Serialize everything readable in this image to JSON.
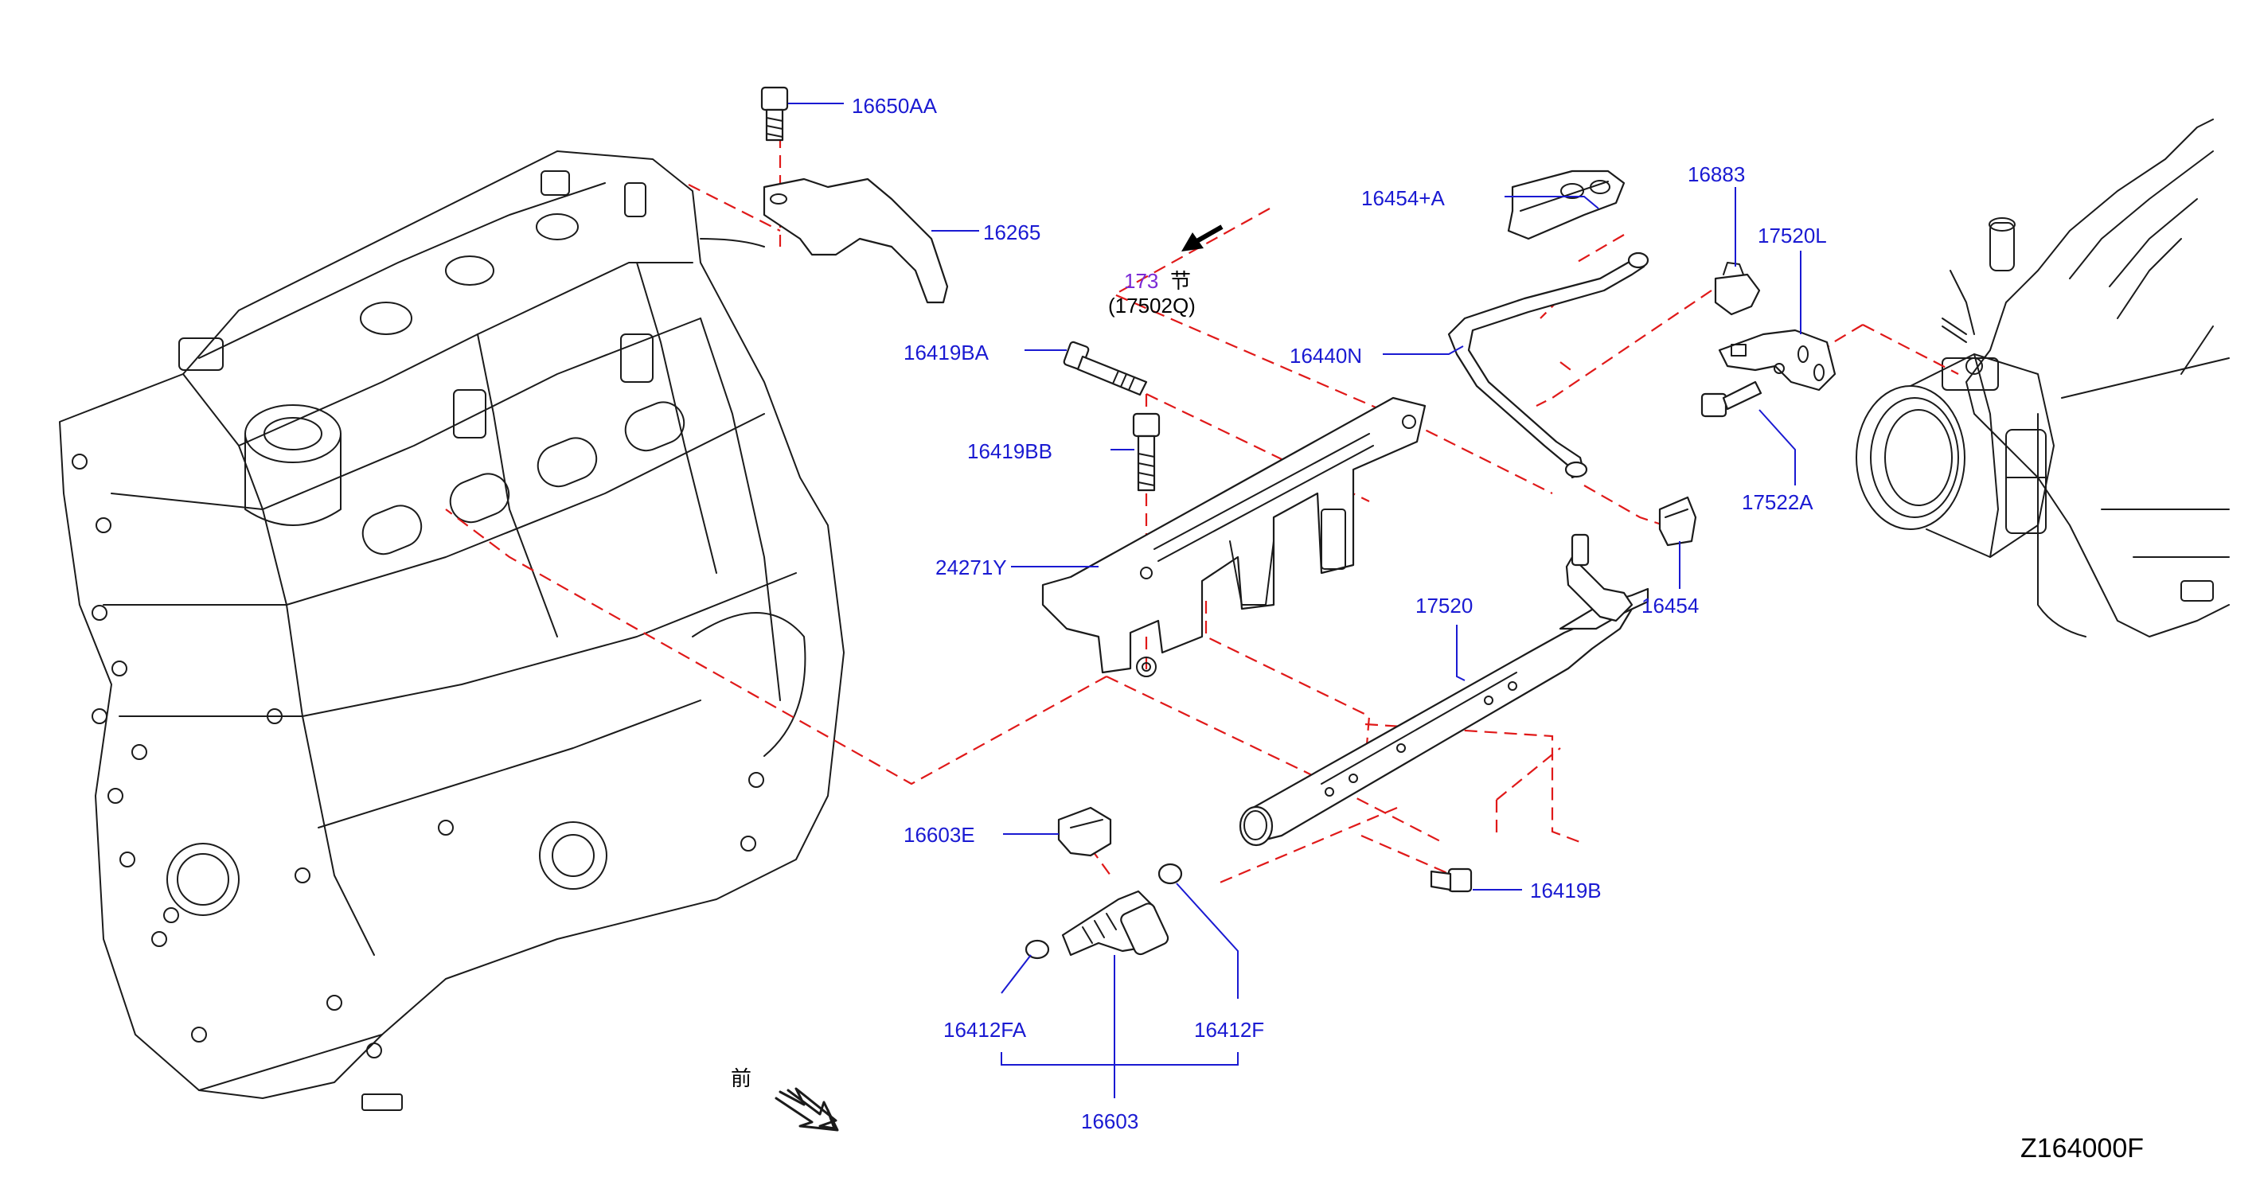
{
  "diagram": {
    "drawing_code": "Z164000F",
    "colors": {
      "label": "#1a1ad2",
      "ref_label": "#7a2ad6",
      "leader": "#1a1ad2",
      "phantom_line": "#e01919",
      "drawing": "#1b1b1b"
    },
    "labels": [
      "16650AA",
      "16265",
      "16454+A",
      "16883",
      "17520L",
      "16419BA",
      "16440N",
      "16419BB",
      "17522A",
      "24271Y",
      "16454",
      "17520",
      "16603E",
      "16419B",
      "16412FA",
      "16412F",
      "16603"
    ],
    "reference": {
      "page": "173",
      "page_glyph": "节",
      "part": "(17502Q)"
    },
    "front_marker": "前"
  }
}
